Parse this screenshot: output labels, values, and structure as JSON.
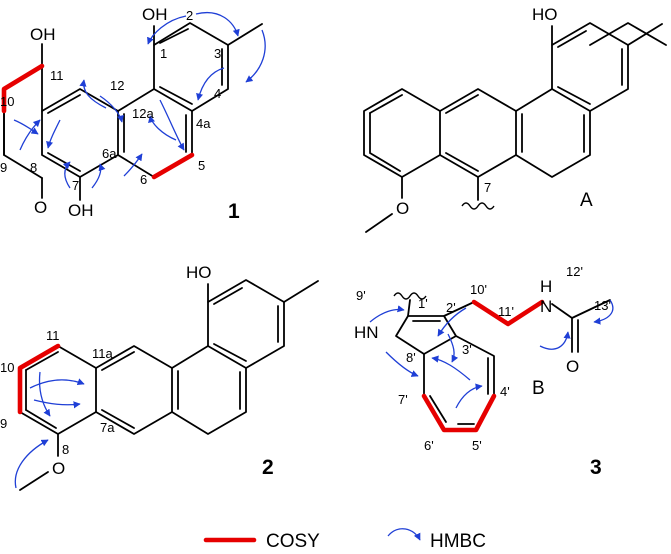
{
  "compounds": {
    "c1": {
      "id": "1",
      "atoms": {
        "oh_top": "OH",
        "oh_11": "OH",
        "o_8": "O",
        "oh_7": "OH"
      },
      "numbers": [
        "1",
        "2",
        "3",
        "4",
        "4a",
        "5",
        "6",
        "6a",
        "7",
        "8",
        "9",
        "10",
        "11",
        "12",
        "12a"
      ]
    },
    "fragA": {
      "id": "A",
      "atoms": {
        "ho": "HO",
        "o_me": "O"
      },
      "numbers": [
        "7"
      ]
    },
    "c2": {
      "id": "2",
      "atoms": {
        "ho": "HO",
        "o": "O"
      },
      "numbers": [
        "7a",
        "8",
        "9",
        "10",
        "11",
        "11a"
      ]
    },
    "c3": {
      "id": "3",
      "fragment": "B",
      "atoms": {
        "hn": "HN",
        "h": "H",
        "n": "N",
        "o": "O"
      },
      "numbers": [
        "1'",
        "2'",
        "3'",
        "4'",
        "5'",
        "6'",
        "7'",
        "8'",
        "9'",
        "10'",
        "11'",
        "12'",
        "13'"
      ]
    }
  },
  "legend": {
    "cosy_label": "COSY",
    "hmbc_label": "HMBC",
    "cosy_color": "#e60000",
    "hmbc_color": "#1f3fd6"
  }
}
